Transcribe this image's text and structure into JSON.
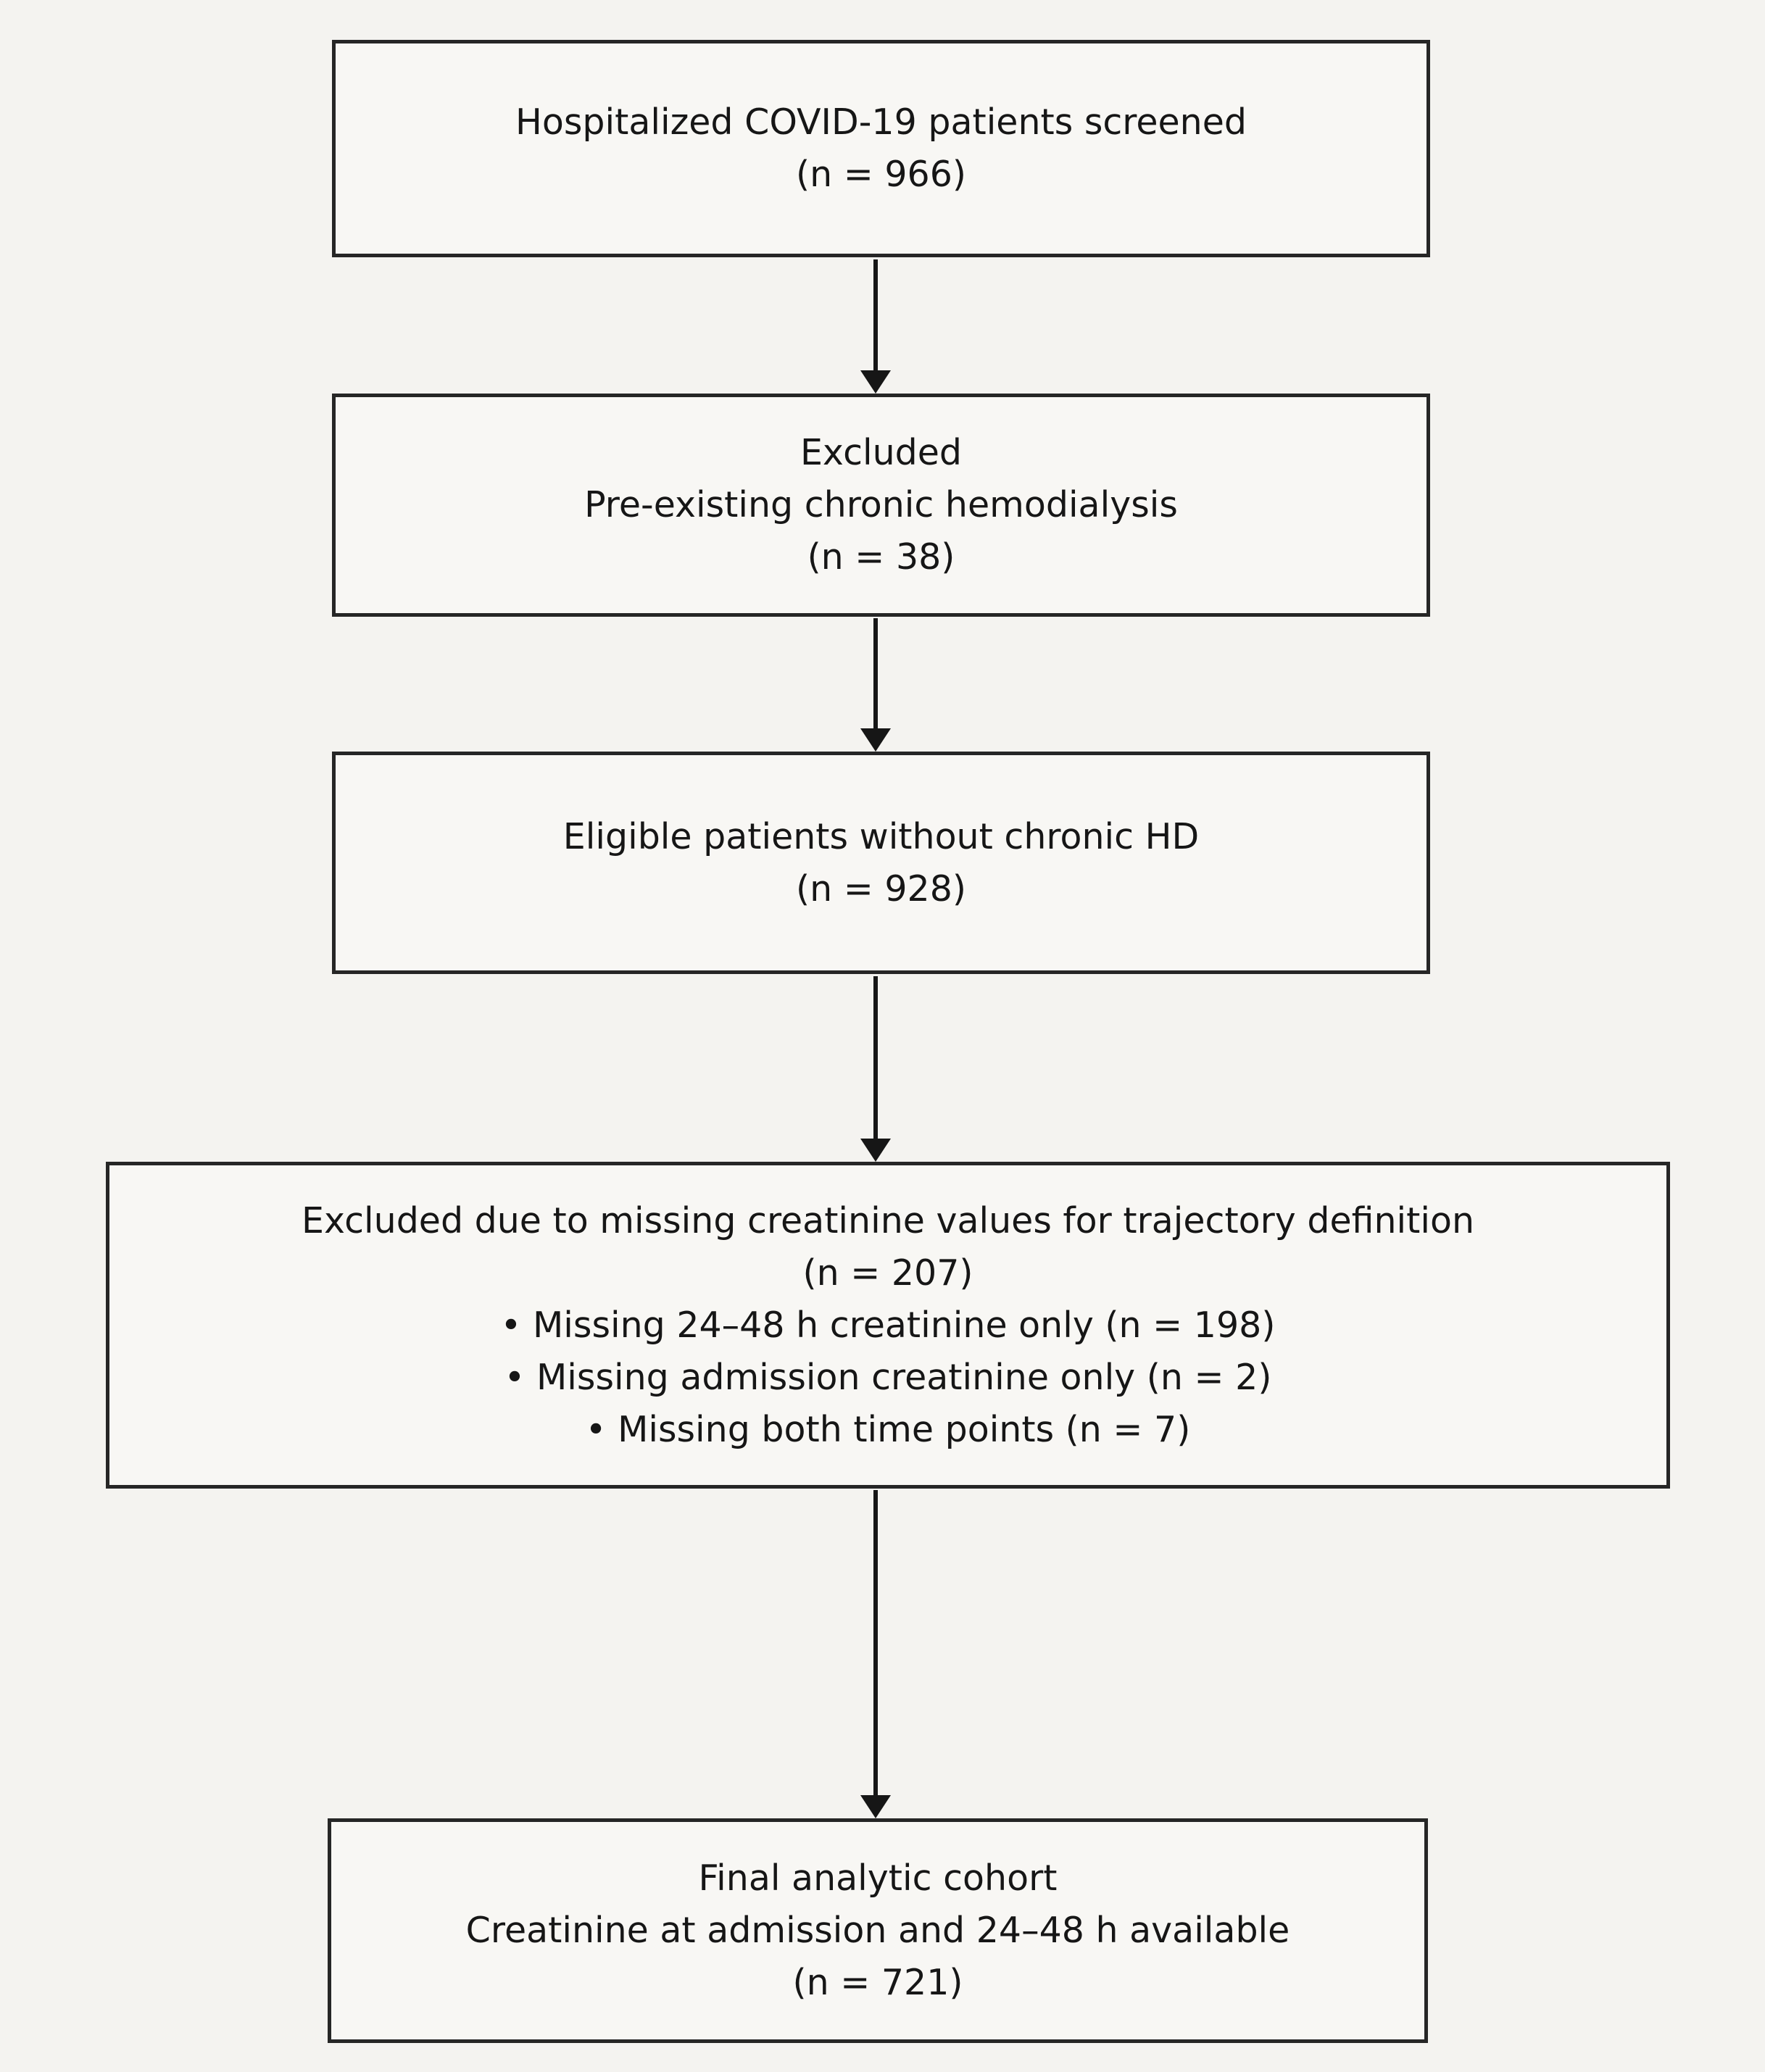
{
  "page": {
    "background_color": "#f4f3f0",
    "box_fill_color": "#f8f7f4",
    "border_color": "#262626",
    "text_color": "#161616"
  },
  "flowchart": {
    "type": "patient-flow-diagram",
    "boxes": [
      {
        "id": "screened",
        "n": 966,
        "lines": [
          "Hospitalized COVID-19 patients screened",
          "(n = 966)"
        ]
      },
      {
        "id": "excluded-hd",
        "n": 38,
        "lines": [
          "Excluded",
          "Pre-existing chronic hemodialysis",
          "(n = 38)"
        ]
      },
      {
        "id": "eligible",
        "n": 928,
        "lines": [
          "Eligible patients without chronic HD",
          "(n = 928)"
        ]
      },
      {
        "id": "excluded-creatinine",
        "n": 207,
        "lines": [
          "Excluded due to missing creatinine values for trajectory definition",
          "(n = 207)",
          "• Missing 24–48 h creatinine only (n = 198)",
          "• Missing admission creatinine only (n = 2)",
          "• Missing both time points (n = 7)"
        ]
      },
      {
        "id": "final-cohort",
        "n": 721,
        "lines": [
          "Final analytic cohort",
          "Creatinine at admission and 24–48 h available",
          "(n = 721)"
        ]
      }
    ]
  }
}
